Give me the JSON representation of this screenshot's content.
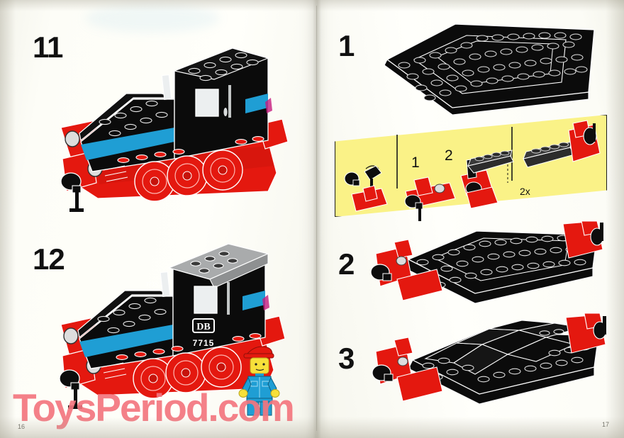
{
  "document": {
    "type": "lego-building-instructions-scan",
    "spread": "two-page",
    "watermark": "ToysPeriod.com"
  },
  "left_page": {
    "folio": "16",
    "steps": [
      {
        "number": "11",
        "caption": "",
        "model": {
          "name": "diesel-locomotive",
          "roof": "none",
          "colors": [
            "black",
            "blue",
            "red"
          ],
          "markings": []
        }
      },
      {
        "number": "12",
        "caption": "",
        "model": {
          "name": "diesel-locomotive-complete",
          "roof": "light-gray",
          "colors": [
            "black",
            "blue",
            "red",
            "light-gray"
          ],
          "markings": [
            "DB",
            "7715"
          ],
          "minifigure": {
            "cap": "red",
            "torso": "blue",
            "legs": "blue",
            "hands": "yellow"
          }
        }
      }
    ],
    "markings": {
      "db_logo": "DB",
      "loco_number": "7715"
    }
  },
  "right_page": {
    "folio": "17",
    "steps": [
      {
        "number": "1",
        "caption": "",
        "model": {
          "name": "train-baseplate",
          "colors": [
            "black"
          ]
        }
      },
      {
        "number": "2",
        "caption": "",
        "model": {
          "name": "baseplate-with-buffers",
          "colors": [
            "black",
            "red"
          ]
        }
      },
      {
        "number": "3",
        "caption": "",
        "model": {
          "name": "baseplate-with-slopes",
          "colors": [
            "black",
            "red"
          ]
        }
      }
    ],
    "callout": {
      "background_color": "#faf287",
      "border_color": "#1a1a1a",
      "panels": [
        {
          "label": "",
          "content": "buffer-and-coupling-parts"
        },
        {
          "label": "1",
          "content": "red-buffer-beam-assembly"
        },
        {
          "label": "2",
          "content": "plate-added-to-buffer-beam"
        },
        {
          "label": "",
          "content": "completed-buffer-unit",
          "quantity": "2x"
        }
      ],
      "quantity_label": "2x"
    }
  },
  "colors": {
    "lego_red": "#e4180f",
    "lego_blue": "#1f9ed4",
    "lego_black": "#0b0b0b",
    "lego_gray": "#a9abac",
    "lego_yellow": "#f7e03a",
    "callout_yellow": "#faf287",
    "paper": "#fdfdf6",
    "watermark_pink": "#f3757e",
    "ink": "#111111"
  }
}
